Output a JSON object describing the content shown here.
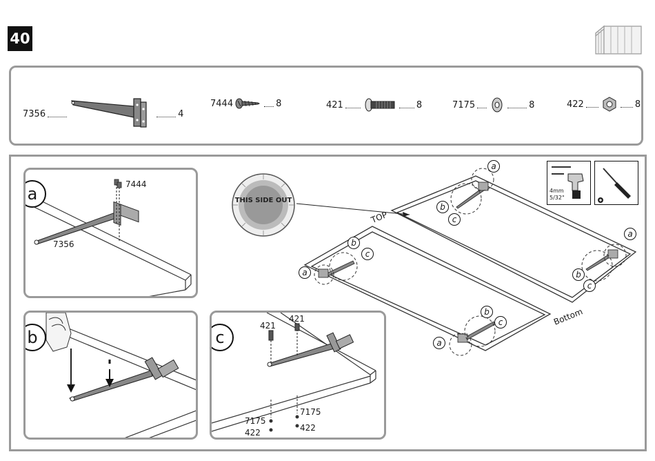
{
  "step": "40",
  "parts": [
    {
      "code": "7356",
      "qty": "4"
    },
    {
      "code": "7444",
      "qty": "8"
    },
    {
      "code": "421",
      "qty": "8"
    },
    {
      "code": "7175",
      "qty": "8"
    },
    {
      "code": "422",
      "qty": "8"
    }
  ],
  "panels": {
    "a": {
      "letter": "a",
      "labels": [
        "7444",
        "7356"
      ]
    },
    "b": {
      "letter": "b"
    },
    "c": {
      "letter": "c",
      "labels": [
        "421",
        "421",
        "7175",
        "422",
        "7175",
        "422"
      ]
    }
  },
  "overview": {
    "badge_text": "THIS SIDE OUT",
    "top_label": "TOP",
    "bottom_label": "Bottom",
    "markers": [
      "a",
      "b",
      "c"
    ]
  },
  "tools": {
    "drill_size": "4mm",
    "drill_size_imperial": "5/32\""
  }
}
